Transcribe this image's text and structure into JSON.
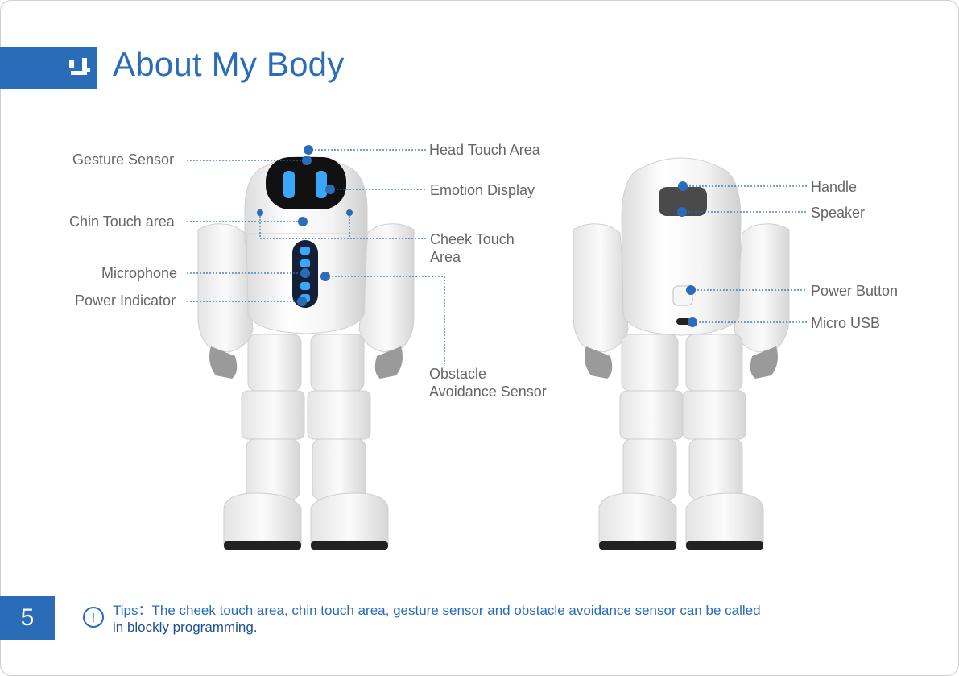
{
  "header": {
    "title": "About My Body",
    "logo_icon": "robot-brand-logo-icon"
  },
  "footer": {
    "page_number": "5",
    "tips_prefix": "Tips：",
    "tips_line1": "The cheek touch area, chin touch area, gesture sensor and obstacle avoidance sensor can be called",
    "tips_line2": "in blockly programming.",
    "tips_icon": "exclamation-icon"
  },
  "front_labels": {
    "gesture_sensor": "Gesture Sensor",
    "chin_touch_area": "Chin Touch area",
    "microphone": "Microphone",
    "power_indicator": "Power Indicator",
    "head_touch_area": "Head Touch Area",
    "emotion_display": "Emotion Display",
    "cheek_touch_line1": "Cheek Touch",
    "cheek_touch_line2": "Area",
    "obstacle_line1": "Obstacle",
    "obstacle_line2": "Avoidance Sensor"
  },
  "back_labels": {
    "handle": "Handle",
    "speaker": "Speaker",
    "power_button": "Power Button",
    "micro_usb": "Micro USB"
  },
  "colors": {
    "accent": "#2a6cb8",
    "label_text": "#666666",
    "robot_shell": "#f2f2f2",
    "robot_joint": "#c8c8c8"
  }
}
